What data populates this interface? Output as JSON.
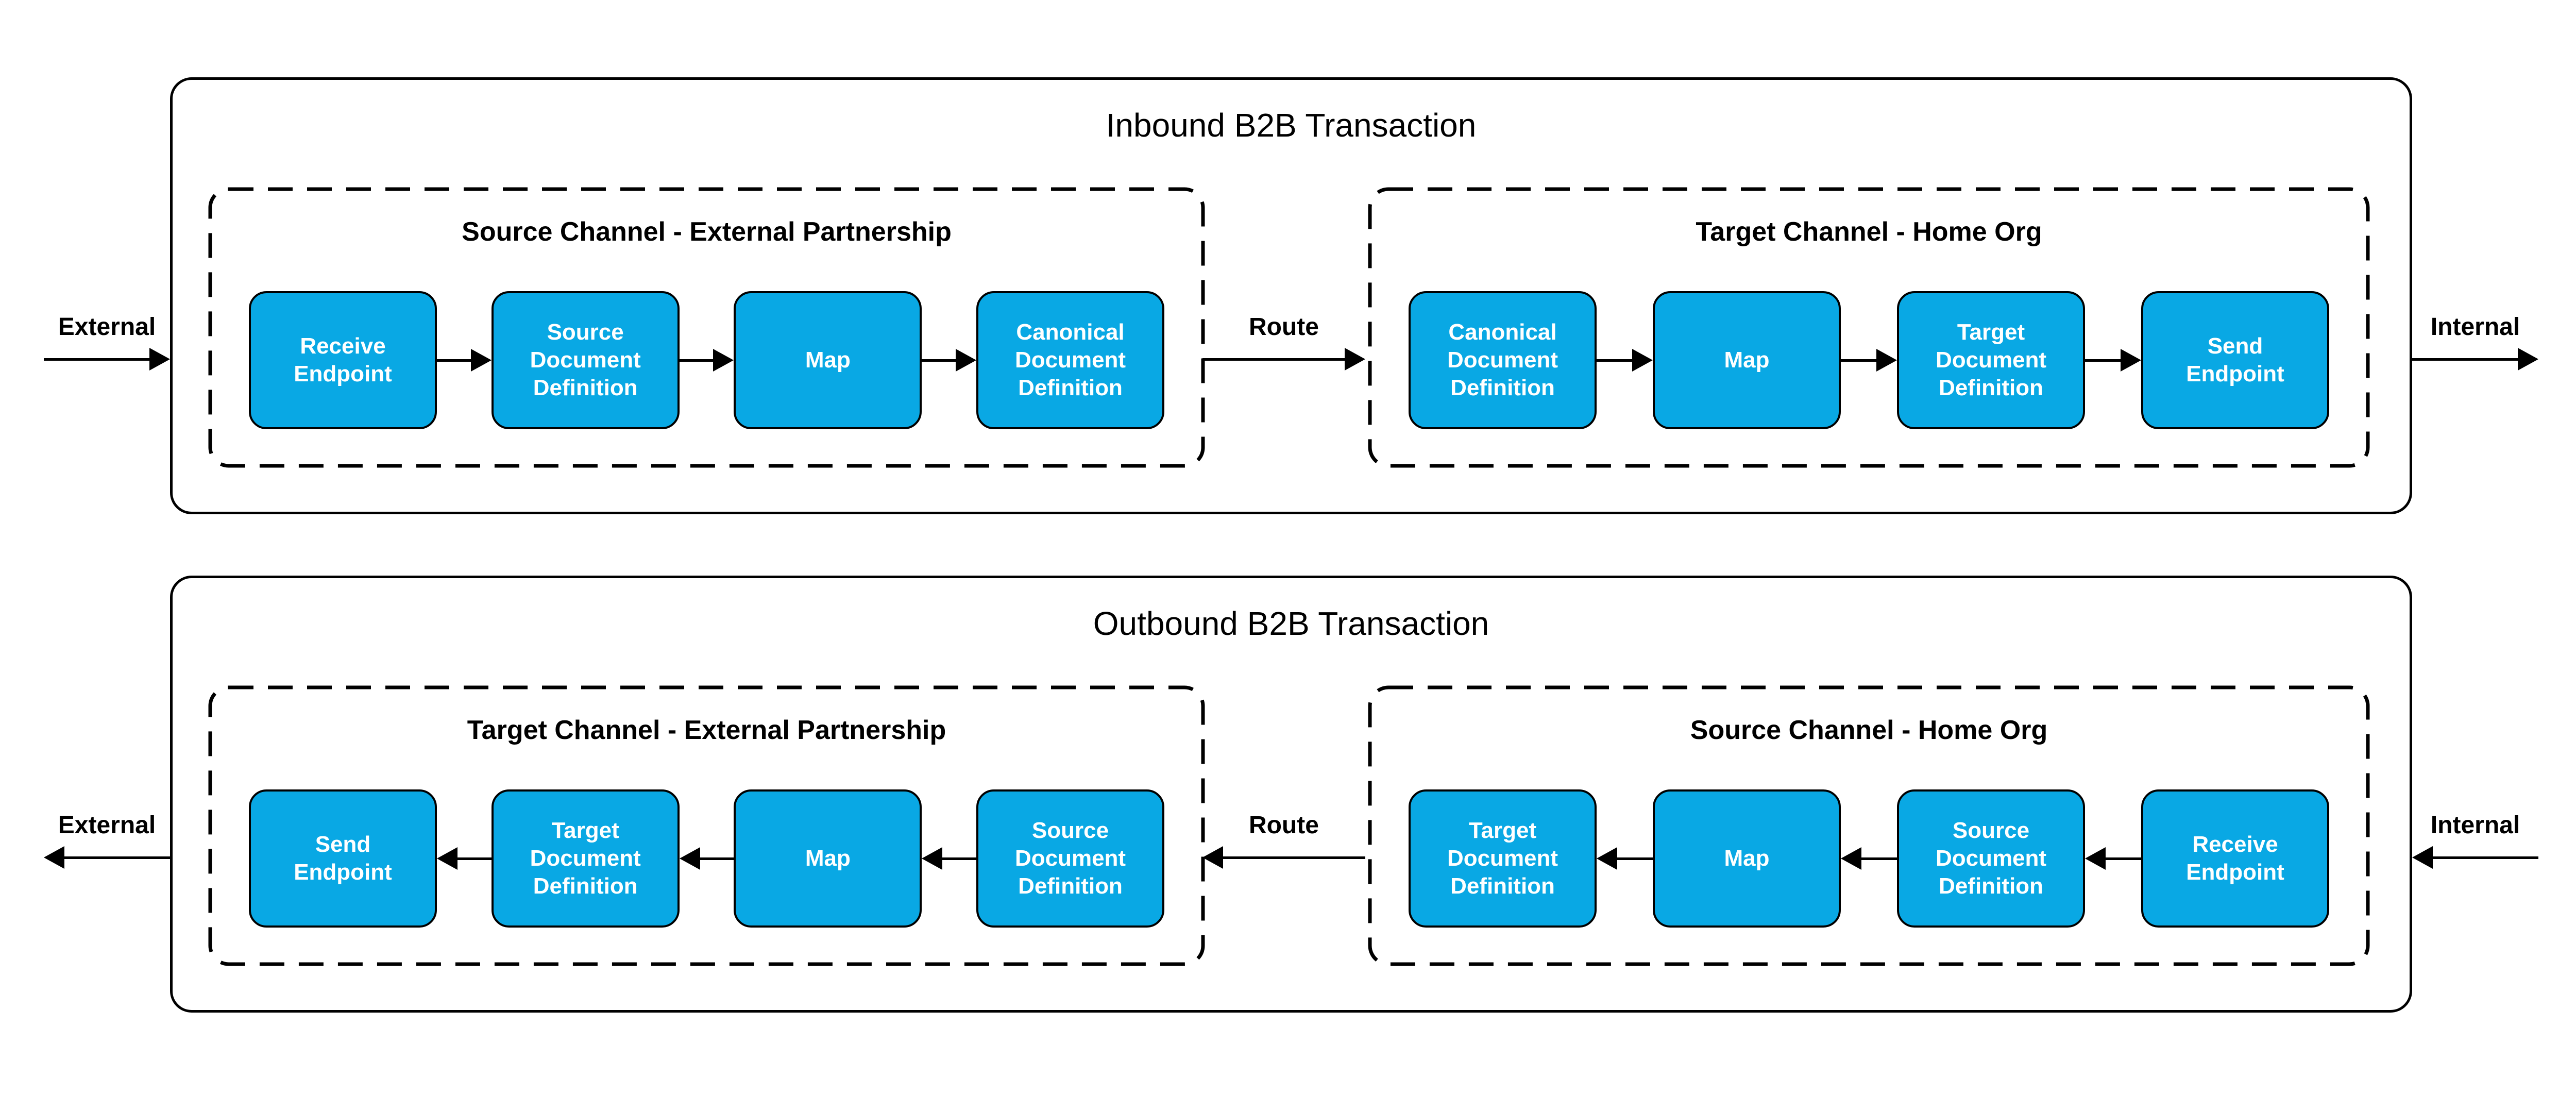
{
  "colors": {
    "canvas_bg": "#ffffff",
    "stroke": "#000000",
    "node_fill": "#09a8e4",
    "node_text": "#ffffff"
  },
  "panels": [
    {
      "title": "Inbound B2B Transaction",
      "direction": "right",
      "external_label": "External",
      "internal_label": "Internal",
      "route_label": "Route",
      "channels": [
        {
          "title": "Source Channel - External Partnership",
          "nodes": [
            "Receive Endpoint",
            "Source Document Definition",
            "Map",
            "Canonical Document Definition"
          ]
        },
        {
          "title": "Target Channel - Home Org",
          "nodes": [
            "Canonical Document Definition",
            "Map",
            "Target Document Definition",
            "Send Endpoint"
          ]
        }
      ]
    },
    {
      "title": "Outbound B2B Transaction",
      "direction": "left",
      "external_label": "External",
      "internal_label": "Internal",
      "route_label": "Route",
      "channels": [
        {
          "title": "Target Channel - External Partnership",
          "nodes": [
            "Send Endpoint",
            "Target Document Definition",
            "Map",
            "Source Document Definition"
          ]
        },
        {
          "title": "Source Channel - Home Org",
          "nodes": [
            "Target Document Definition",
            "Map",
            "Source Document Definition",
            "Receive Endpoint"
          ]
        }
      ]
    }
  ]
}
